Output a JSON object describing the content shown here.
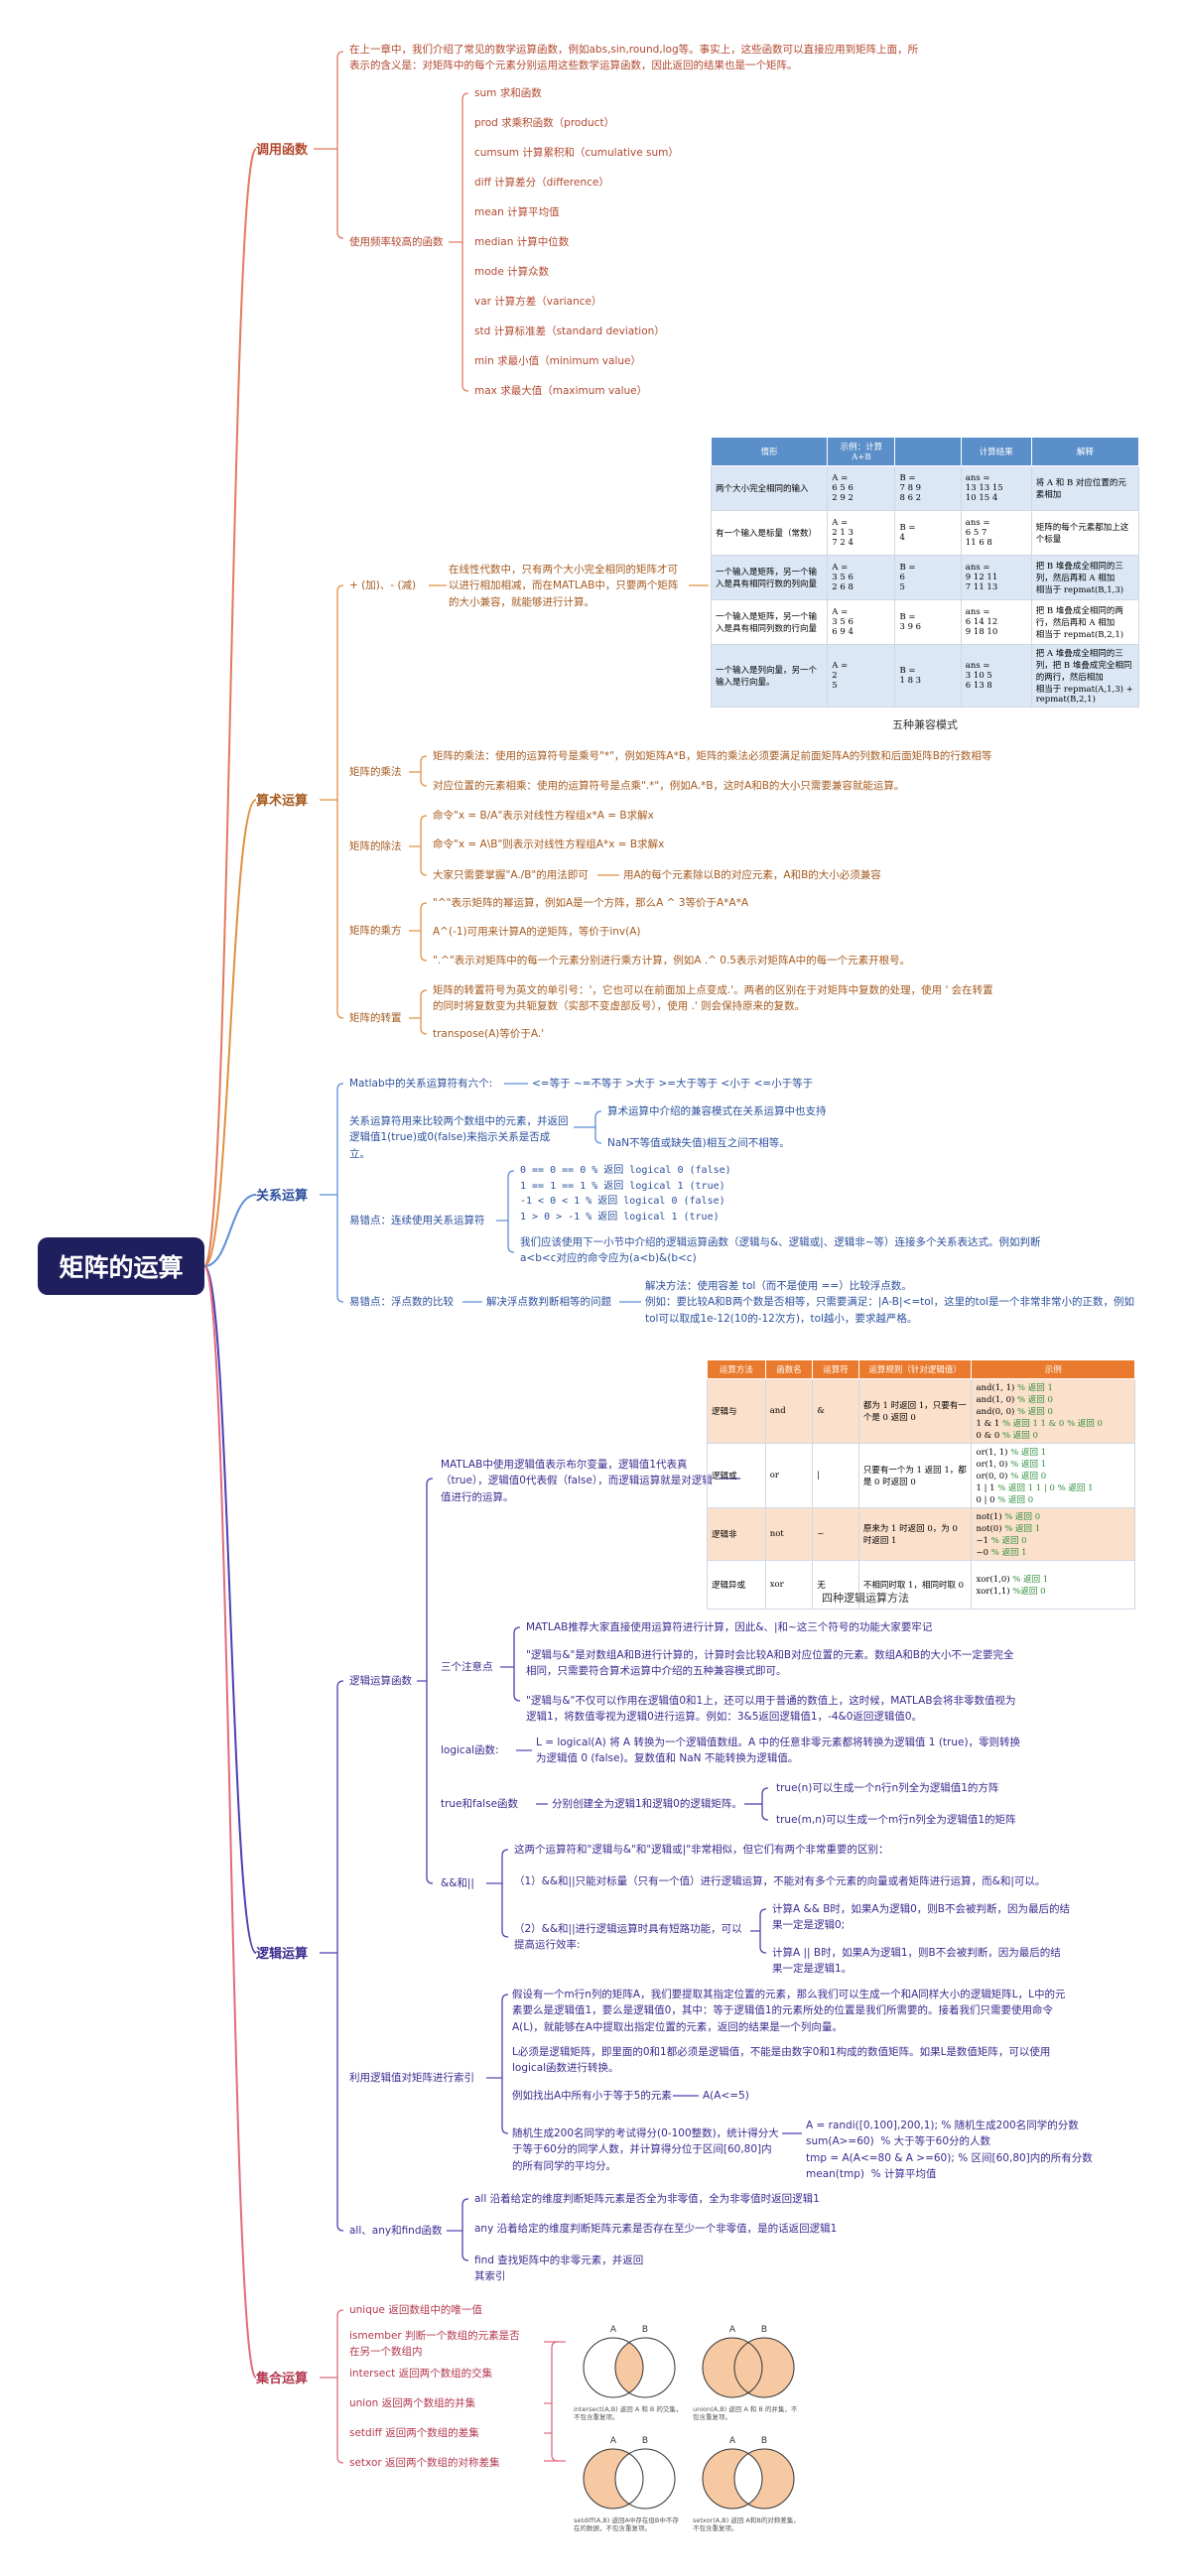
{
  "root": "矩阵的运算",
  "branches": {
    "calc": {
      "label": "调用函数",
      "intro": "在上一章中，我们介绍了常见的数学运算函数，例如abs,sin,round,log等。事实上，这些函数可以直接应用到矩阵上面，所表示的含义是：对矩阵中的每个元素分别运用这些数学运算函数，因此返回的结果也是一个矩阵。",
      "freq_label": "使用频率较高的函数",
      "funcs": [
        "sum     求和函数",
        "prod     求乘积函数（product）",
        "cumsum   计算累积和（cumulative sum）",
        "diff      计算差分（difference）",
        "mean     计算平均值",
        "median  计算中位数",
        "mode    计算众数",
        "var       计算方差（variance）",
        "std       计算标准差（standard deviation）",
        "min       求最小值（minimum value）",
        "max      求最大值（maximum value）"
      ]
    },
    "arith": {
      "label": "算术运算",
      "plusminus": {
        "label": "+ (加)、- (减)",
        "desc": "在线性代数中，只有两个大小完全相同的矩阵才可以进行相加相减，而在MATLAB中，只要两个矩阵的大小兼容，就能够进行计算。",
        "table_caption": "五种兼容模式",
        "headers": [
          "情形",
          "示例：计算 A+B",
          "",
          "计算结果",
          "解释"
        ],
        "rows": [
          [
            "两个大小完全相同的输入",
            "A =\n  6  5  6\n  2  9  2",
            "B =\n  7  8  9\n  8  6  2",
            "ans =\n 13 13 15\n 10 15  4",
            "将 A 和 B 对应位置的元素相加"
          ],
          [
            "有一个输入是标量（常数）",
            "A =\n  2  1  3\n  7  2  4",
            "B =\n  4",
            "ans =\n  6  5  7\n 11  6  8",
            "矩阵的每个元素都加上这个标量"
          ],
          [
            "一个输入是矩阵，另一个输入是具有相同行数的列向量",
            "A =\n  3  5  6\n  2  6  8",
            "B =\n  6\n  5",
            "ans =\n  9 12 11\n  7 11 13",
            "把 B 堆叠成全相同的三列，然后再和 A 相加\n相当于 repmat(B,1,3)"
          ],
          [
            "一个输入是矩阵，另一个输入是具有相同列数的行向量",
            "A =\n  3  5  6\n  6  9  4",
            "B =\n  3  9  6",
            "ans =\n  6 14 12\n  9 18 10",
            "把 B 堆叠成全相同的两行，然后再和 A 相加\n相当于 repmat(B,2,1)"
          ],
          [
            "一个输入是列向量，另一个输入是行向量。",
            "A =\n  2\n  5",
            "B =\n  1  8  3",
            "ans =\n  3 10  5\n  6 13  8",
            "把 A 堆叠成全相同的三列，把 B 堆叠成完全相同的两行，然后相加\n相当于 repmat(A,1,3) + repmat(B,2,1)"
          ]
        ]
      },
      "mult": {
        "label": "矩阵的乘法",
        "items": [
          "矩阵的乘法：使用的运算符号是乘号\"*\"，例如矩阵A*B，矩阵的乘法必须要满足前面矩阵A的列数和后面矩阵B的行数相等",
          "对应位置的元素相乘：使用的运算符号是点乘\".*\"，例如A.*B，这时A和B的大小只需要兼容就能运算。"
        ]
      },
      "div": {
        "label": "矩阵的除法",
        "items": [
          "命令\"x = B/A\"表示对线性方程组x*A = B求解x",
          "命令\"x = A\\B\"则表示对线性方程组A*x = B求解x",
          "大家只需要掌握\"A./B\"的用法即可"
        ],
        "note": "用A的每个元素除以B的对应元素，A和B的大小必须兼容"
      },
      "pow": {
        "label": "矩阵的乘方",
        "items": [
          "\"^\"表示矩阵的幂运算，例如A是一个方阵，那么A ^ 3等价于A*A*A",
          "A^(-1)可用来计算A的逆矩阵，等价于inv(A)",
          "\".^\"表示对矩阵中的每一个元素分别进行乘方计算，例如A .^ 0.5表示对矩阵A中的每一个元素开根号。"
        ]
      },
      "trans": {
        "label": "矩阵的转置",
        "items": [
          "矩阵的转置符号为英文的单引号：'，它也可以在前面加上点变成.'。两者的区别在于对矩阵中复数的处理，使用 ' 会在转置的同时将复数变为共轭复数（实部不变虚部反号），使用 .' 则会保持原来的复数。",
          "transpose(A)等价于A.'"
        ]
      }
    },
    "rel": {
      "label": "关系运算",
      "ops_label": "Matlab中的关系运算符有六个:",
      "ops": "<=等于    ~=不等于 >大于   >=大于等于  <小于  <=小于等于",
      "result_label": "关系运算符用来比较两个数组中的元素，并返回逻辑值1(true)或0(false)来指示关系是否成立。",
      "result_items": [
        "算术运算中介绍的兼容模式在关系运算中也支持",
        "NaN不等值或缺失值)相互之间不相等。"
      ],
      "chain_label": "易错点：连续使用关系运算符",
      "chain_code": "0 == 0 == 0   % 返回 logical 0 (false)\n1 == 1 == 1   % 返回 logical 1 (true)\n-1 < 0 < 1   % 返回 logical 0 (false)\n1 > 0 > -1   % 返回 logical 1 (true)",
      "chain_note": "我们应该使用下一小节中介绍的逻辑运算函数（逻辑与&、逻辑或|、逻辑非~等）连接多个关系表达式。例如判断a<b<c对应的命令应为(a<b)&(b<c)",
      "float_label": "易错点：浮点数的比较",
      "float_mid": "解决浮点数判断相等的问题",
      "float_note": "解决方法：使用容差 tol（而不是使用 ==）比较浮点数。\n例如：要比较A和B两个数是否相等，只需要满足：|A-B|<=tol，这里的tol是一个非常非常小的正数，例如tol可以取成1e-12(10的-12次方)，tol越小，要求越严格。"
    },
    "logic": {
      "label": "逻辑运算",
      "func_label": "逻辑运算函数",
      "func_desc": "MATLAB中使用逻辑值表示布尔变量，逻辑值1代表真（true），逻辑值0代表假（false），而逻辑运算就是对逻辑值进行的运算。",
      "table_caption": "四种逻辑运算方法",
      "headers": [
        "运算方法",
        "函数名",
        "运算符",
        "运算规则（针对逻辑值）",
        "示例"
      ],
      "rows": [
        [
          "逻辑与",
          "and",
          "&",
          "都为 1 时返回 1，只要有一个是 0 返回 0",
          "and(1, 1)  % 返回 1\nand(1, 0)  % 返回 0\nand(0, 0)  % 返回 0\n1 & 1  % 返回 1   1 & 0 % 返回 0\n0 & 0 % 返回 0"
        ],
        [
          "逻辑或",
          "or",
          "|",
          "只要有一个为 1 返回 1，都是 0 时返回 0",
          "or(1, 1)  % 返回 1\nor(1, 0)  % 返回 1\nor(0, 0)  % 返回 0\n1 | 1  % 返回 1   1 | 0 % 返回 1\n0 | 0  % 返回 0"
        ],
        [
          "逻辑非",
          "not",
          "~",
          "原来为 1 时返回 0，为 0 时返回 1",
          "not(1)  % 返回 0\nnot(0)  % 返回 1\n~1   % 返回 0\n~0   % 返回 1"
        ],
        [
          "逻辑异或",
          "xor",
          "无",
          "不相同时取 1，相同时取 0",
          "xor(1,0) % 返回 1\nxor(1,1) %返回 0"
        ]
      ],
      "three_label": "三个注意点",
      "three_items": [
        "MATLAB推荐大家直接使用运算符进行计算，因此&、|和~这三个符号的功能大家要牢记",
        "\"逻辑与&\"是对数组A和B进行计算的，计算时会比较A和B对应位置的元素。数组A和B的大小不一定要完全相同，只需要符合算术运算中介绍的五种兼容模式即可。",
        "\"逻辑与&\"不仅可以作用在逻辑值0和1上，还可以用于普通的数值上，这时候，MATLAB会将非零数值视为逻辑1，将数值零视为逻辑0进行运算。例如：3&5返回逻辑值1，-4&0返回逻辑值0。"
      ],
      "logical_label": "logical函数:",
      "logical_desc": "L = logical(A) 将 A 转换为一个逻辑值数组。A 中的任意非零元素都将转换为逻辑值 1 (true)，零则转换为逻辑值 0 (false)。复数值和 NaN 不能转换为逻辑值。",
      "tf_label": "true和false函数",
      "tf_desc": "分别创建全为逻辑1和逻辑0的逻辑矩阵。",
      "tf_items": [
        "true(n)可以生成一个n行n列全为逻辑值1的方阵",
        "true(m,n)可以生成一个m行n列全为逻辑值1的矩阵"
      ],
      "ss_label": "&&和||",
      "ss_intro": "这两个运算符和\"逻辑与&\"和\"逻辑或|\"非常相似，但它们有两个非常重要的区别：",
      "ss_1": "（1）&&和||只能对标量（只有一个值）进行逻辑运算，不能对有多个元素的向量或者矩阵进行运算，而&和|可以。",
      "ss_2": "（2）&&和||进行逻辑运算时具有短路功能，可以提高运行效率:",
      "ss_2a": "计算A && B时，如果A为逻辑0，则B不会被判断，因为最后的结果一定是逻辑0;",
      "ss_2b": "计算A || B时，如果A为逻辑1，则B不会被判断，因为最后的结果一定是逻辑1。",
      "idx_label": "利用逻辑值对矩阵进行索引",
      "idx_items": [
        "假设有一个m行n列的矩阵A，我们要提取其指定位置的元素，那么我们可以生成一个和A同样大小的逻辑矩阵L，L中的元素要么是逻辑值1，要么是逻辑值0，其中：等于逻辑值1的元素所处的位置是我们所需要的。接着我们只需要使用命令A(L)，就能够在A中提取出指定位置的元素，返回的结果是一个列向量。",
        "L必须是逻辑矩阵，即里面的0和1都必须是逻辑值，不能是由数字0和1构成的数值矩阵。如果L是数值矩阵，可以使用logical函数进行转换。",
        "例如找出A中所有小于等于5的元素",
        "随机生成200名同学的考试得分(0-100整数)，统计得分大于等于60分的同学人数，并计算得分位于区间[60,80]内的所有同学的平均分。"
      ],
      "idx_ex1": "A(A<=5)",
      "idx_ex2": "A = randi([0,100],200,1); % 随机生成200名同学的分数\nsum(A>=60)  % 大于等于60分的人数\ntmp = A(A<=80 & A >=60); % 区间[60,80]内的所有分数\nmean(tmp)  % 计算平均值",
      "aa_label": "all、any和find函数",
      "aa_items": [
        "all   沿着给定的维度判断矩阵元素是否全为非零值，全为非零值时返回逻辑1",
        "any  沿着给定的维度判断矩阵元素是否存在至少一个非零值，是的话返回逻辑1",
        "find   查找矩阵中的非零元素，并返回\n其索引"
      ]
    },
    "set": {
      "label": "集合运算",
      "items": [
        "unique     返回数组中的唯一值",
        "ismember     判断一个数组的元素是否\n在另一个数组内",
        "intersect     返回两个数组的交集",
        "union     返回两个数组的并集",
        "setdiff   返回两个数组的差集",
        "setxor   返回两个数组的对称差集"
      ],
      "venn": [
        {
          "a": "A",
          "b": "B",
          "caption": "intersect(A,B) 返回 A 和 B 的交集，不包含重复项。",
          "mode": "intersect"
        },
        {
          "a": "A",
          "b": "B",
          "caption": "union(A,B) 返回 A 和 B 的并集，不包含重复项。",
          "mode": "union"
        },
        {
          "a": "A",
          "b": "B",
          "caption": "setdiff(A,B) 返回A中存在但B中不存在的数据，不包含重复项。",
          "mode": "setdiff"
        },
        {
          "a": "A",
          "b": "B",
          "caption": "setxor(A,B) 返回 A和B的对称差集，不包含重复项。",
          "mode": "setxor"
        }
      ]
    }
  },
  "colors": {
    "calc": "#e07a5f",
    "arith": "#e09040",
    "rel": "#5b8fd6",
    "logic": "#4a3fb0",
    "set": "#e06b7d",
    "root": "#1f1f5e",
    "venn_fill": "#f7c9a3"
  }
}
